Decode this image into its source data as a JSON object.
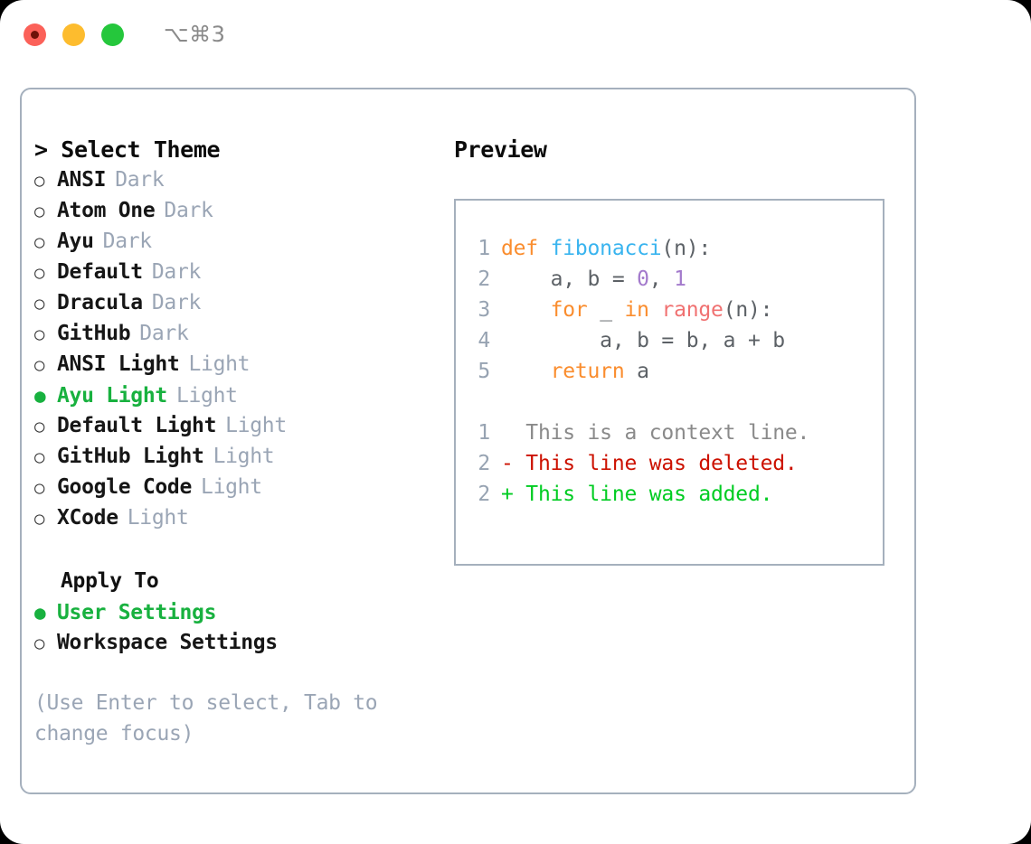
{
  "titlebar": {
    "shortcut": "⌥⌘3",
    "lights": [
      {
        "name": "close",
        "color": "#fb6159"
      },
      {
        "name": "minimize",
        "color": "#fdbc2e"
      },
      {
        "name": "maximize",
        "color": "#25c73c"
      }
    ]
  },
  "colors": {
    "accent_green": "#18b13f",
    "border": "#a5b0bd",
    "muted": "#9aa5b5",
    "keyword": "#fa8d2e",
    "function": "#39b4ef",
    "number": "#a37acc",
    "builtin": "#f07171",
    "plain": "#5c6166",
    "diff_add": "#00cc22",
    "diff_del": "#cc1100"
  },
  "left": {
    "header": "> Select Theme",
    "themes": [
      {
        "marker": "○",
        "name": "ANSI",
        "tag": "Dark",
        "selected": false
      },
      {
        "marker": "○",
        "name": "Atom One",
        "tag": "Dark",
        "selected": false
      },
      {
        "marker": "○",
        "name": "Ayu",
        "tag": "Dark",
        "selected": false
      },
      {
        "marker": "○",
        "name": "Default",
        "tag": "Dark",
        "selected": false
      },
      {
        "marker": "○",
        "name": "Dracula",
        "tag": "Dark",
        "selected": false
      },
      {
        "marker": "○",
        "name": "GitHub",
        "tag": "Dark",
        "selected": false
      },
      {
        "marker": "○",
        "name": "ANSI Light",
        "tag": "Light",
        "selected": false
      },
      {
        "marker": "●",
        "name": "Ayu Light",
        "tag": "Light",
        "selected": true
      },
      {
        "marker": "○",
        "name": "Default Light",
        "tag": "Light",
        "selected": false
      },
      {
        "marker": "○",
        "name": "GitHub Light",
        "tag": "Light",
        "selected": false
      },
      {
        "marker": "○",
        "name": "Google Code",
        "tag": "Light",
        "selected": false
      },
      {
        "marker": "○",
        "name": "XCode",
        "tag": "Light",
        "selected": false
      }
    ],
    "apply_to": {
      "title": "Apply To",
      "options": [
        {
          "marker": "●",
          "label": "User Settings",
          "selected": true
        },
        {
          "marker": "○",
          "label": "Workspace Settings",
          "selected": false
        }
      ]
    },
    "hint": "(Use Enter to select, Tab to change focus)"
  },
  "right": {
    "title": "Preview",
    "code_lines": [
      {
        "lno": "1",
        "tokens": [
          {
            "t": "def ",
            "c": "kw"
          },
          {
            "t": "fibonacci",
            "c": "fn"
          },
          {
            "t": "(n):",
            "c": "pln"
          }
        ]
      },
      {
        "lno": "2",
        "tokens": [
          {
            "t": "    a, b = ",
            "c": "pln"
          },
          {
            "t": "0",
            "c": "num"
          },
          {
            "t": ", ",
            "c": "pln"
          },
          {
            "t": "1",
            "c": "num"
          }
        ]
      },
      {
        "lno": "3",
        "tokens": [
          {
            "t": "    ",
            "c": "pln"
          },
          {
            "t": "for",
            "c": "kw"
          },
          {
            "t": " _ ",
            "c": "pln"
          },
          {
            "t": "in",
            "c": "kw"
          },
          {
            "t": " ",
            "c": "pln"
          },
          {
            "t": "range",
            "c": "call"
          },
          {
            "t": "(n):",
            "c": "pln"
          }
        ]
      },
      {
        "lno": "4",
        "tokens": [
          {
            "t": "        a, b = b, a + b",
            "c": "pln"
          }
        ]
      },
      {
        "lno": "5",
        "tokens": [
          {
            "t": "    ",
            "c": "pln"
          },
          {
            "t": "return",
            "c": "kw"
          },
          {
            "t": " a",
            "c": "pln"
          }
        ]
      }
    ],
    "diff_lines": [
      {
        "lno": "1",
        "sign": "  ",
        "text": "This is a context line.",
        "kind": "ctx"
      },
      {
        "lno": "2",
        "sign": "- ",
        "text": "This line was deleted.",
        "kind": "del"
      },
      {
        "lno": "2",
        "sign": "+ ",
        "text": "This line was added.",
        "kind": "add"
      }
    ]
  }
}
